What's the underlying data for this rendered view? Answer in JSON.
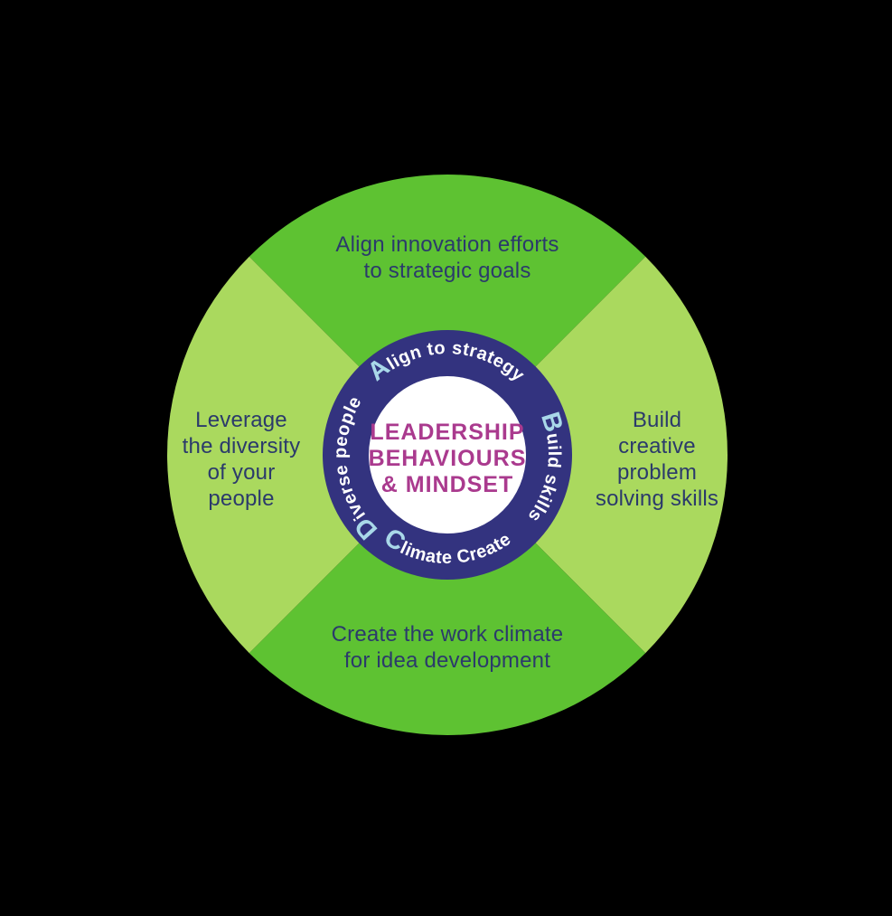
{
  "diagram_title": "Leadership behaviours and mindset innovation wheel",
  "colors": {
    "background": "#000000",
    "dark_green": "#5ec232",
    "light_green": "#aad95e",
    "navy_ring": "#33337f",
    "inner_circle": "#ffffff",
    "light_blue_caps": "#a9d8e9",
    "center_magenta": "#aa3a8e",
    "quadrant_text": "#2b3a6b"
  },
  "center": {
    "heading": "LEADERSHIP\nBEHAVIOURS\n& MINDSET"
  },
  "ring": {
    "top": {
      "cap": "A",
      "rest": "lign to strategy"
    },
    "right": {
      "cap": "B",
      "rest": "uild skills"
    },
    "bottom": {
      "cap": "C",
      "rest": "limate Create"
    },
    "left": {
      "cap": "D",
      "rest": "iverse people"
    }
  },
  "quadrants": {
    "top": "Align innovation efforts\nto strategic goals",
    "right": "Build\ncreative\nproblem\nsolving skills",
    "bottom": "Create the work climate\nfor idea development",
    "left": "Leverage\nthe diversity\nof your\npeople"
  }
}
